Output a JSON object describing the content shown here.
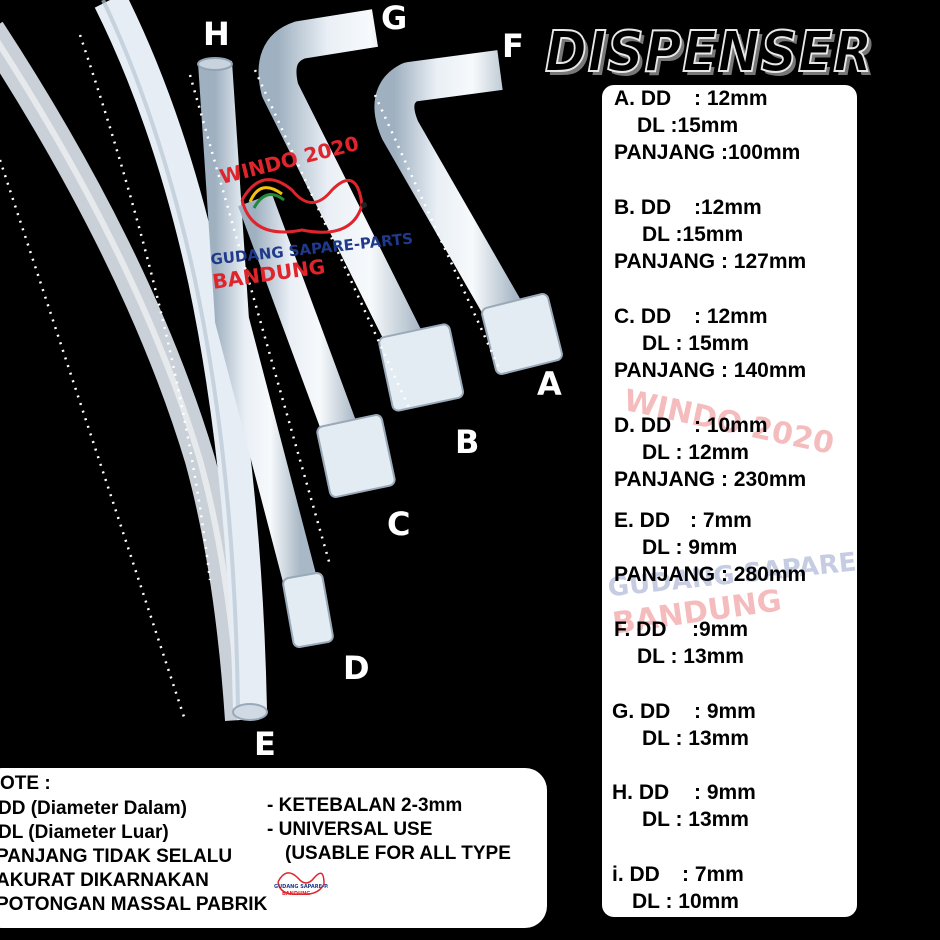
{
  "title": "DISPENSER",
  "part_labels": {
    "a": "A",
    "b": "B",
    "c": "C",
    "d": "D",
    "e": "E",
    "f": "F",
    "g": "G",
    "h": "H"
  },
  "specs": [
    {
      "letter": "A. DD",
      "dd": ": 12mm",
      "dl": "DL :15mm",
      "panjang": "PANJANG :100mm"
    },
    {
      "letter": "B. DD",
      "dd": ":12mm",
      "dl": "DL :15mm",
      "panjang": "PANJANG : 127mm"
    },
    {
      "letter": "C. DD",
      "dd": ": 12mm",
      "dl": "DL : 15mm",
      "panjang": "PANJANG : 140mm"
    },
    {
      "letter": "D. DD",
      "dd": ": 10mm",
      "dl": "DL : 12mm",
      "panjang": "PANJANG : 230mm"
    },
    {
      "letter": "E. DD",
      "dd": ": 7mm",
      "dl": "DL : 9mm",
      "panjang": "PANJANG : 280mm"
    },
    {
      "letter": "F. DD",
      "dd": ":9mm",
      "dl": "DL : 13mm"
    },
    {
      "letter": "G. DD",
      "dd": ": 9mm",
      "dl": "DL : 13mm"
    },
    {
      "letter": "H. DD",
      "dd": ": 9mm",
      "dl": "DL : 13mm"
    },
    {
      "letter": "i. DD",
      "dd": ": 7mm",
      "dl": "DL : 10mm"
    }
  ],
  "note": {
    "heading": "OTE :",
    "left_lines": [
      "DD (Diameter Dalam)",
      "DL (Diameter Luar)",
      "PANJANG TIDAK SELALU",
      "AKURAT DIKARNAKAN",
      "POTONGAN MASSAL PABRIK"
    ],
    "right_lines": [
      "- KETEBALAN 2-3mm",
      "- UNIVERSAL USE",
      "(USABLE FOR ALL TYPE"
    ]
  },
  "watermark": {
    "top": "WINDO 2020",
    "middle": "GUDANG SAPARE-PARTS",
    "bottom": "BANDUNG",
    "red": "#e0242c",
    "blue": "#1f3a8a"
  },
  "colors": {
    "background": "#000000",
    "tube": "#eaf0f6",
    "card": "#ffffff"
  }
}
